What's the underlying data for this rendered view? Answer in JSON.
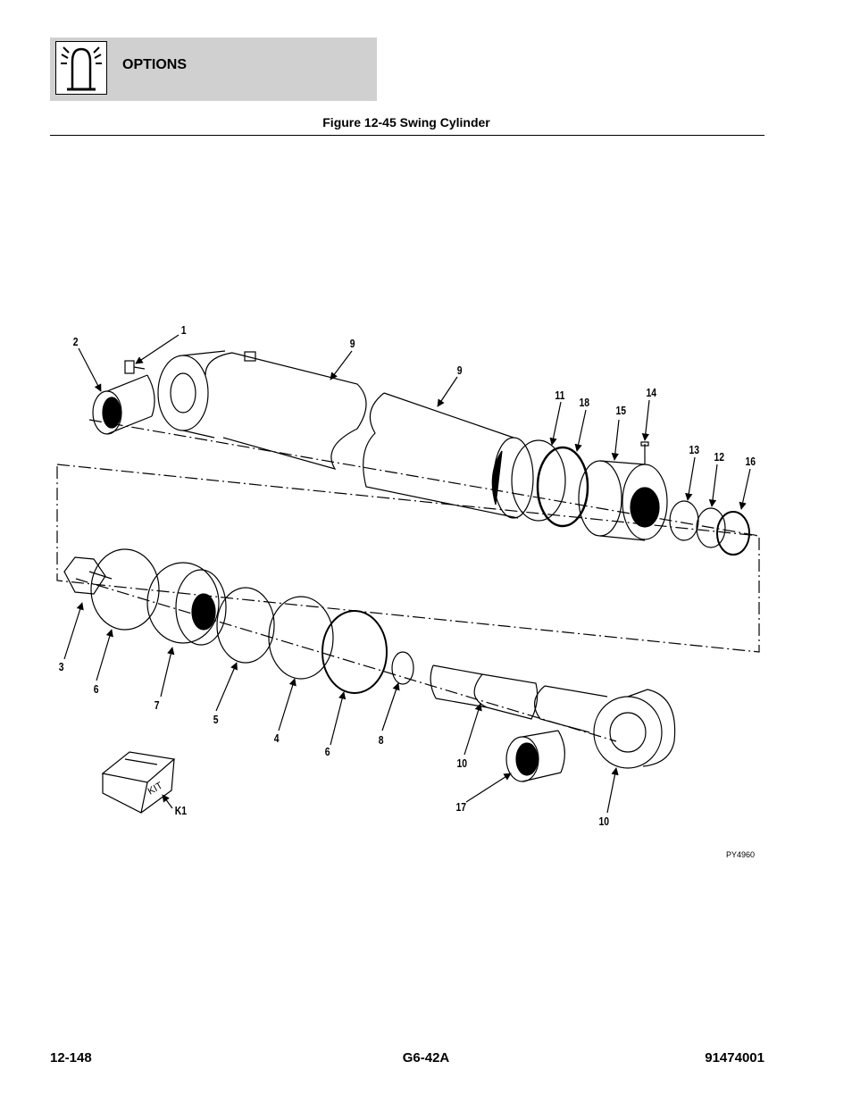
{
  "header": {
    "section": "OPTIONS",
    "icon": "beacon-light-icon"
  },
  "figure": {
    "title": "Figure 12-45 Swing Cylinder",
    "drawing_id": "PY4960",
    "callouts": {
      "c1": "1",
      "c2": "2",
      "c9a": "9",
      "c9b": "9",
      "c11": "11",
      "c18": "18",
      "c15": "15",
      "c14": "14",
      "c13": "13",
      "c12": "12",
      "c16": "16",
      "c3": "3",
      "c6a": "6",
      "c7": "7",
      "c5": "5",
      "c4": "4",
      "c6b": "6",
      "c8": "8",
      "c10a": "10",
      "c17": "17",
      "c10b": "10",
      "k1": "K1"
    },
    "kit_label": "KIT"
  },
  "footer": {
    "page": "12-148",
    "model": "G6-42A",
    "doc_number": "91474001"
  }
}
